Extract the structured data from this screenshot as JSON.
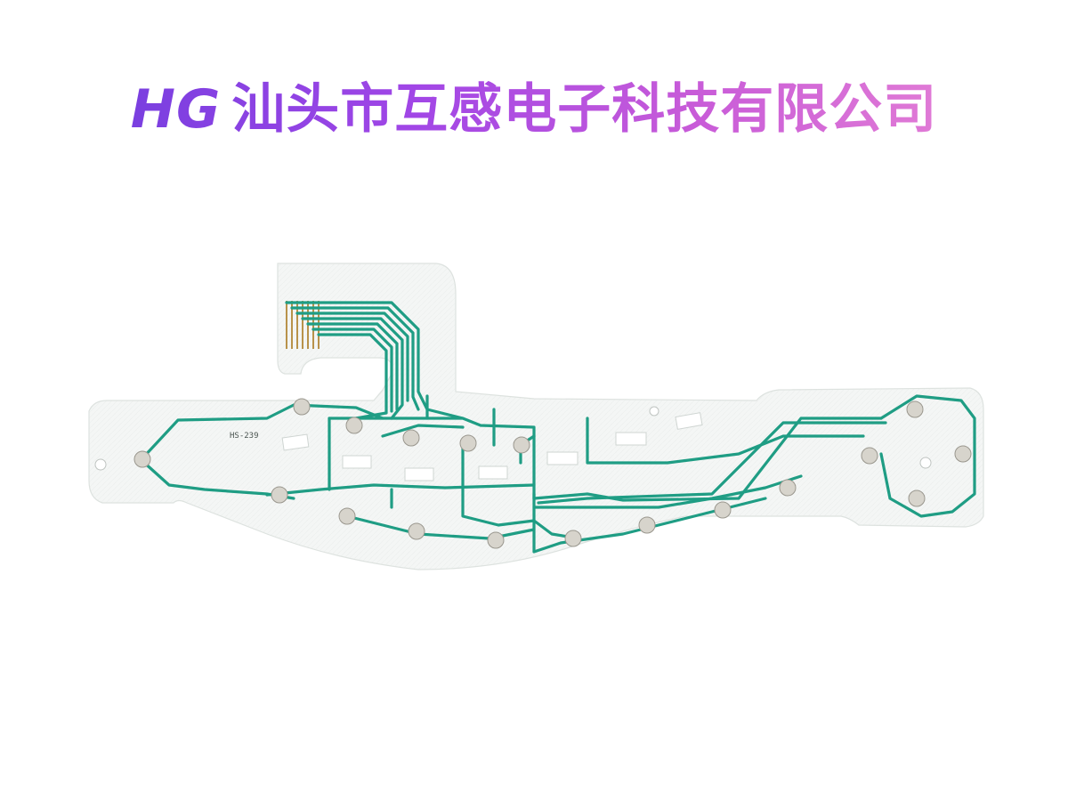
{
  "banner": {
    "logo": "HG",
    "company": "汕头市互感电子科技有限公司"
  },
  "product": {
    "part_label": "HS-239",
    "colors": {
      "substrate": "#f4f6f5",
      "trace": "#1f9d84",
      "trace_dark": "#157a65",
      "pad": "#c9c6bf",
      "banner_start": "#7a3fe0",
      "banner_end": "#e07ad6"
    }
  }
}
